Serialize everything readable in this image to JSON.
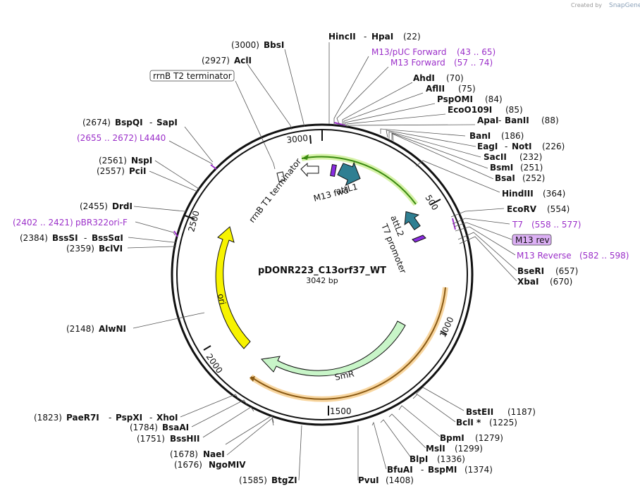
{
  "credit": {
    "prefix": "Created by",
    "brand": "SnapGene"
  },
  "plasmid": {
    "name": "pDONR223_C13orf37_WT",
    "length": "3042 bp"
  },
  "ruler_ticks": [
    "500",
    "1000",
    "1500",
    "2000",
    "2500",
    "3000"
  ],
  "features": [
    {
      "id": "ori",
      "label": "ori",
      "color": "#f7f300"
    },
    {
      "id": "smr",
      "label": "SmR",
      "color": "#c8f5c8"
    },
    {
      "id": "attl1",
      "label": "attL1",
      "color": "#2f7f92"
    },
    {
      "id": "attl2",
      "label": "attL2",
      "color": "#2f7f92"
    },
    {
      "id": "m13fwd",
      "label": "M13 fwd",
      "color": "#8a2be2"
    },
    {
      "id": "t7prom",
      "label": "T7 promoter",
      "color": "#8a2be2"
    },
    {
      "id": "rrnb",
      "label": "rrnB T1 terminator",
      "color": "#ffffff"
    }
  ],
  "labels": {
    "hinc": {
      "name": "HincII",
      "sep": "-",
      "name2": "HpaI",
      "pos": "(22)"
    },
    "m13puc": {
      "name": "M13/pUC Forward",
      "range": "(43 .. 65)"
    },
    "m13f": {
      "name": "M13 Forward",
      "range": "(57 .. 74)"
    },
    "ahdi": {
      "name": "AhdI",
      "pos": "(70)"
    },
    "aflii": {
      "name": "AflII",
      "pos": "(75)"
    },
    "pspomi": {
      "name": "PspOMI",
      "pos": "(84)"
    },
    "eco0109": {
      "name": "EcoO109I",
      "pos": "(85)"
    },
    "apai": {
      "name": "ApaI",
      "sep": "-",
      "name2": "BanII",
      "pos": "(88)"
    },
    "bani": {
      "name": "BanI",
      "pos": "(186)"
    },
    "eagi": {
      "name": "EagI",
      "sep": "-",
      "name2": "NotI",
      "pos": "(226)"
    },
    "sacii": {
      "name": "SacII",
      "pos": "(232)"
    },
    "bsmi": {
      "name": "BsmI",
      "pos": "(251)"
    },
    "bsai": {
      "name": "BsaI",
      "pos": "(252)"
    },
    "hindiii": {
      "name": "HindIII",
      "pos": "(364)"
    },
    "ecorv": {
      "name": "EcoRV",
      "pos": "(554)"
    },
    "t7": {
      "name": "T7",
      "range": "(558 .. 577)"
    },
    "m13rev": {
      "name": "M13 rev"
    },
    "m13reverse": {
      "name": "M13 Reverse",
      "range": "(582 .. 598)"
    },
    "bseri": {
      "name": "BseRI",
      "pos": "(657)"
    },
    "xbai": {
      "name": "XbaI",
      "pos": "(670)"
    },
    "bsteii": {
      "name": "BstEII",
      "pos": "(1187)"
    },
    "bcli": {
      "name": "BclI *",
      "pos": "(1225)"
    },
    "bpmi": {
      "name": "BpmI",
      "pos": "(1279)"
    },
    "msli": {
      "name": "MslI",
      "pos": "(1299)"
    },
    "blpi": {
      "name": "BlpI",
      "pos": "(1336)"
    },
    "bfuai": {
      "name": "BfuAI",
      "sep": "-",
      "name2": "BspMI",
      "pos": "(1374)"
    },
    "pvui": {
      "name": "PvuI",
      "pos": "(1408)"
    },
    "btgzi": {
      "name": "BtgZI",
      "pos": "(1585)"
    },
    "ngomiv": {
      "name": "NgoMIV",
      "pos": "(1676)"
    },
    "naei": {
      "name": "NaeI",
      "pos": "(1678)"
    },
    "bsshii": {
      "name": "BssHII",
      "pos": "(1751)"
    },
    "bsaai": {
      "name": "BsaAI",
      "pos": "(1784)"
    },
    "paer7i": {
      "name": "PaeR7I",
      "sep": "-",
      "name2": "PspXI",
      "sep2": "-",
      "name3": "XhoI",
      "pos": "(1823)"
    },
    "alwni": {
      "name": "AlwNI",
      "pos": "(2148)"
    },
    "bclvi": {
      "name": "BclVI",
      "pos": "(2359)"
    },
    "bsssi": {
      "name": "BssSI",
      "sep": "-",
      "name2": "BssSαI",
      "pos": "(2384)"
    },
    "pbr322": {
      "name": "pBR322ori-F",
      "range": "(2402 .. 2421)"
    },
    "drdi": {
      "name": "DrdI",
      "pos": "(2455)"
    },
    "pcii": {
      "name": "PciI",
      "pos": "(2557)"
    },
    "nspi": {
      "name": "NspI",
      "pos": "(2561)"
    },
    "l4440": {
      "name": "L4440",
      "range": "(2655 .. 2672)"
    },
    "bspqi": {
      "name": "BspQI",
      "sep": "-",
      "name2": "SapI",
      "pos": "(2674)"
    },
    "rrnbt2": {
      "name": "rrnB T2 terminator"
    },
    "acli": {
      "name": "AclI",
      "pos": "(2927)"
    },
    "bbsi": {
      "name": "BbsI",
      "pos": "(3000)"
    }
  }
}
